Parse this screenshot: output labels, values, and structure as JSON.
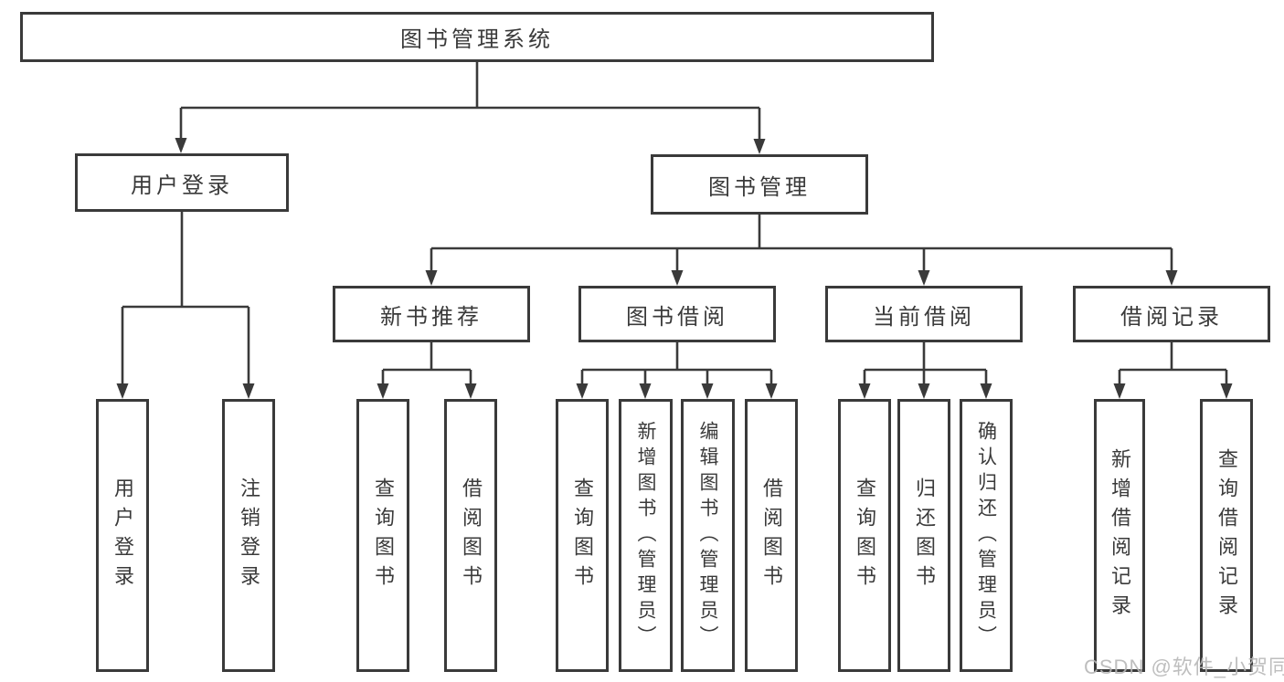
{
  "diagram": {
    "type": "functional-structure-tree",
    "colors": {
      "line": "#3a3a3a",
      "box_border": "#3a3a3a",
      "text": "#3a3a3a",
      "background": "#ffffff",
      "watermark": "#b8b8b8"
    }
  },
  "root": {
    "label": "图书管理系统",
    "children": [
      {
        "label": "用户登录",
        "children": [
          {
            "label": "用户登录"
          },
          {
            "label": "注销登录"
          }
        ]
      },
      {
        "label": "图书管理",
        "children": [
          {
            "label": "新书推荐",
            "children": [
              {
                "label": "查询图书"
              },
              {
                "label": "借阅图书"
              }
            ]
          },
          {
            "label": "图书借阅",
            "children": [
              {
                "label": "查询图书"
              },
              {
                "label": "新增图书（管理员）"
              },
              {
                "label": "编辑图书（管理员）"
              },
              {
                "label": "借阅图书"
              }
            ]
          },
          {
            "label": "当前借阅",
            "children": [
              {
                "label": "查询图书"
              },
              {
                "label": "归还图书"
              },
              {
                "label": "确认归还（管理员）"
              }
            ]
          },
          {
            "label": "借阅记录",
            "children": [
              {
                "label": "新增借阅记录"
              },
              {
                "label": "查询借阅记录"
              }
            ]
          }
        ]
      }
    ]
  },
  "watermark": {
    "text": "CSDN @软件_小贺同学"
  }
}
